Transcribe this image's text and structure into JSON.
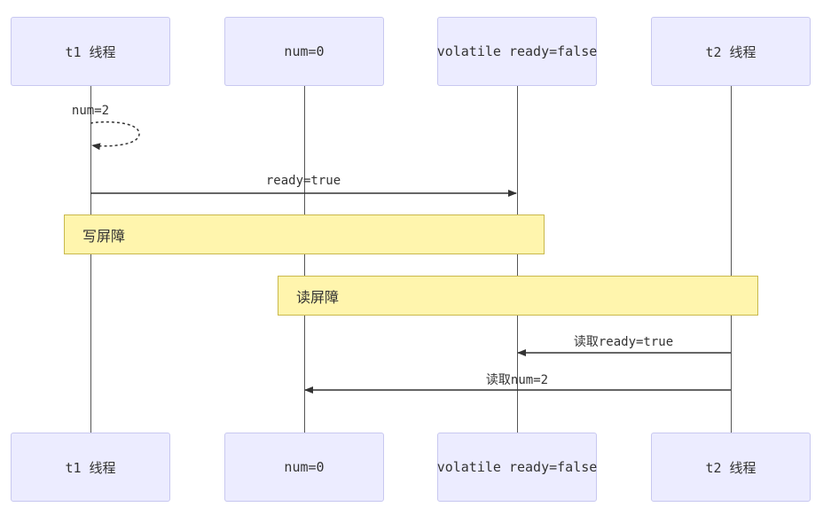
{
  "actors": [
    {
      "id": "t1",
      "label": "t1 线程"
    },
    {
      "id": "num",
      "label": "num=0"
    },
    {
      "id": "ready",
      "label": "volatile ready=false"
    },
    {
      "id": "t2",
      "label": "t2 线程"
    }
  ],
  "messages": [
    {
      "from": "t1",
      "to": "t1",
      "label": "num=2",
      "style": "dashed-self"
    },
    {
      "from": "t1",
      "to": "ready",
      "label": "ready=true"
    },
    {
      "from": "t2",
      "to": "ready",
      "label": "读取ready=true"
    },
    {
      "from": "t2",
      "to": "num",
      "label": "读取num=2"
    }
  ],
  "notes": [
    {
      "label": "写屏障",
      "over": [
        "t1",
        "ready"
      ]
    },
    {
      "label": "读屏障",
      "over": [
        "num",
        "t2"
      ]
    }
  ]
}
